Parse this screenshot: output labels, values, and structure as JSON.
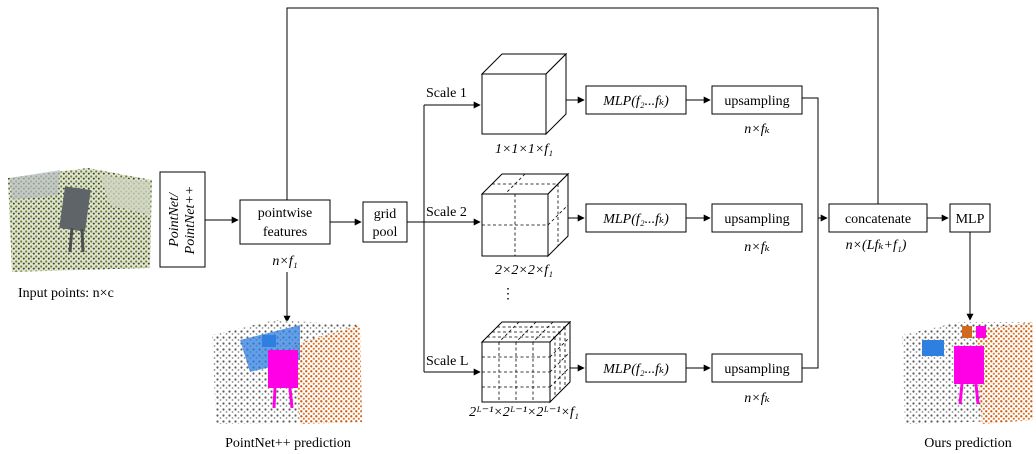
{
  "input": {
    "caption": "Input points: n×c"
  },
  "backbone": {
    "line1": "PointNet/",
    "line2": "PointNet++"
  },
  "pointwise": {
    "line1": "pointwise",
    "line2": "features",
    "dim": "n×f₁"
  },
  "gridpool": {
    "line1": "grid",
    "line2": "pool"
  },
  "scales": [
    {
      "label": "Scale 1",
      "cube_dim": "1×1×1×f₁",
      "mlp": "MLP(f₂...fₖ)",
      "upsampling": "upsampling",
      "up_dim": "n×fₖ"
    },
    {
      "label": "Scale 2",
      "cube_dim": "2×2×2×f₁",
      "mlp": "MLP(f₂...fₖ)",
      "upsampling": "upsampling",
      "up_dim": "n×fₖ"
    },
    {
      "label": "Scale L",
      "cube_dim": "2ᴸ⁻¹×2ᴸ⁻¹×2ᴸ⁻¹×f₁",
      "mlp": "MLP(f₂...fₖ)",
      "upsampling": "upsampling",
      "up_dim": "n×fₖ"
    }
  ],
  "ellipsis": "⋮",
  "concat": {
    "label": "concatenate",
    "dim": "n×(Lfₖ+f₁)"
  },
  "mlp_final": {
    "label": "MLP"
  },
  "captions": {
    "pointnet_pred": "PointNet++ prediction",
    "ours_pred": "Ours prediction"
  },
  "colors": {
    "magenta": "#ff00e6",
    "orange": "#d2691e",
    "blue": "#2f7fe0",
    "gray_points": "#6e6e6e",
    "grass": "#9aa86a"
  }
}
